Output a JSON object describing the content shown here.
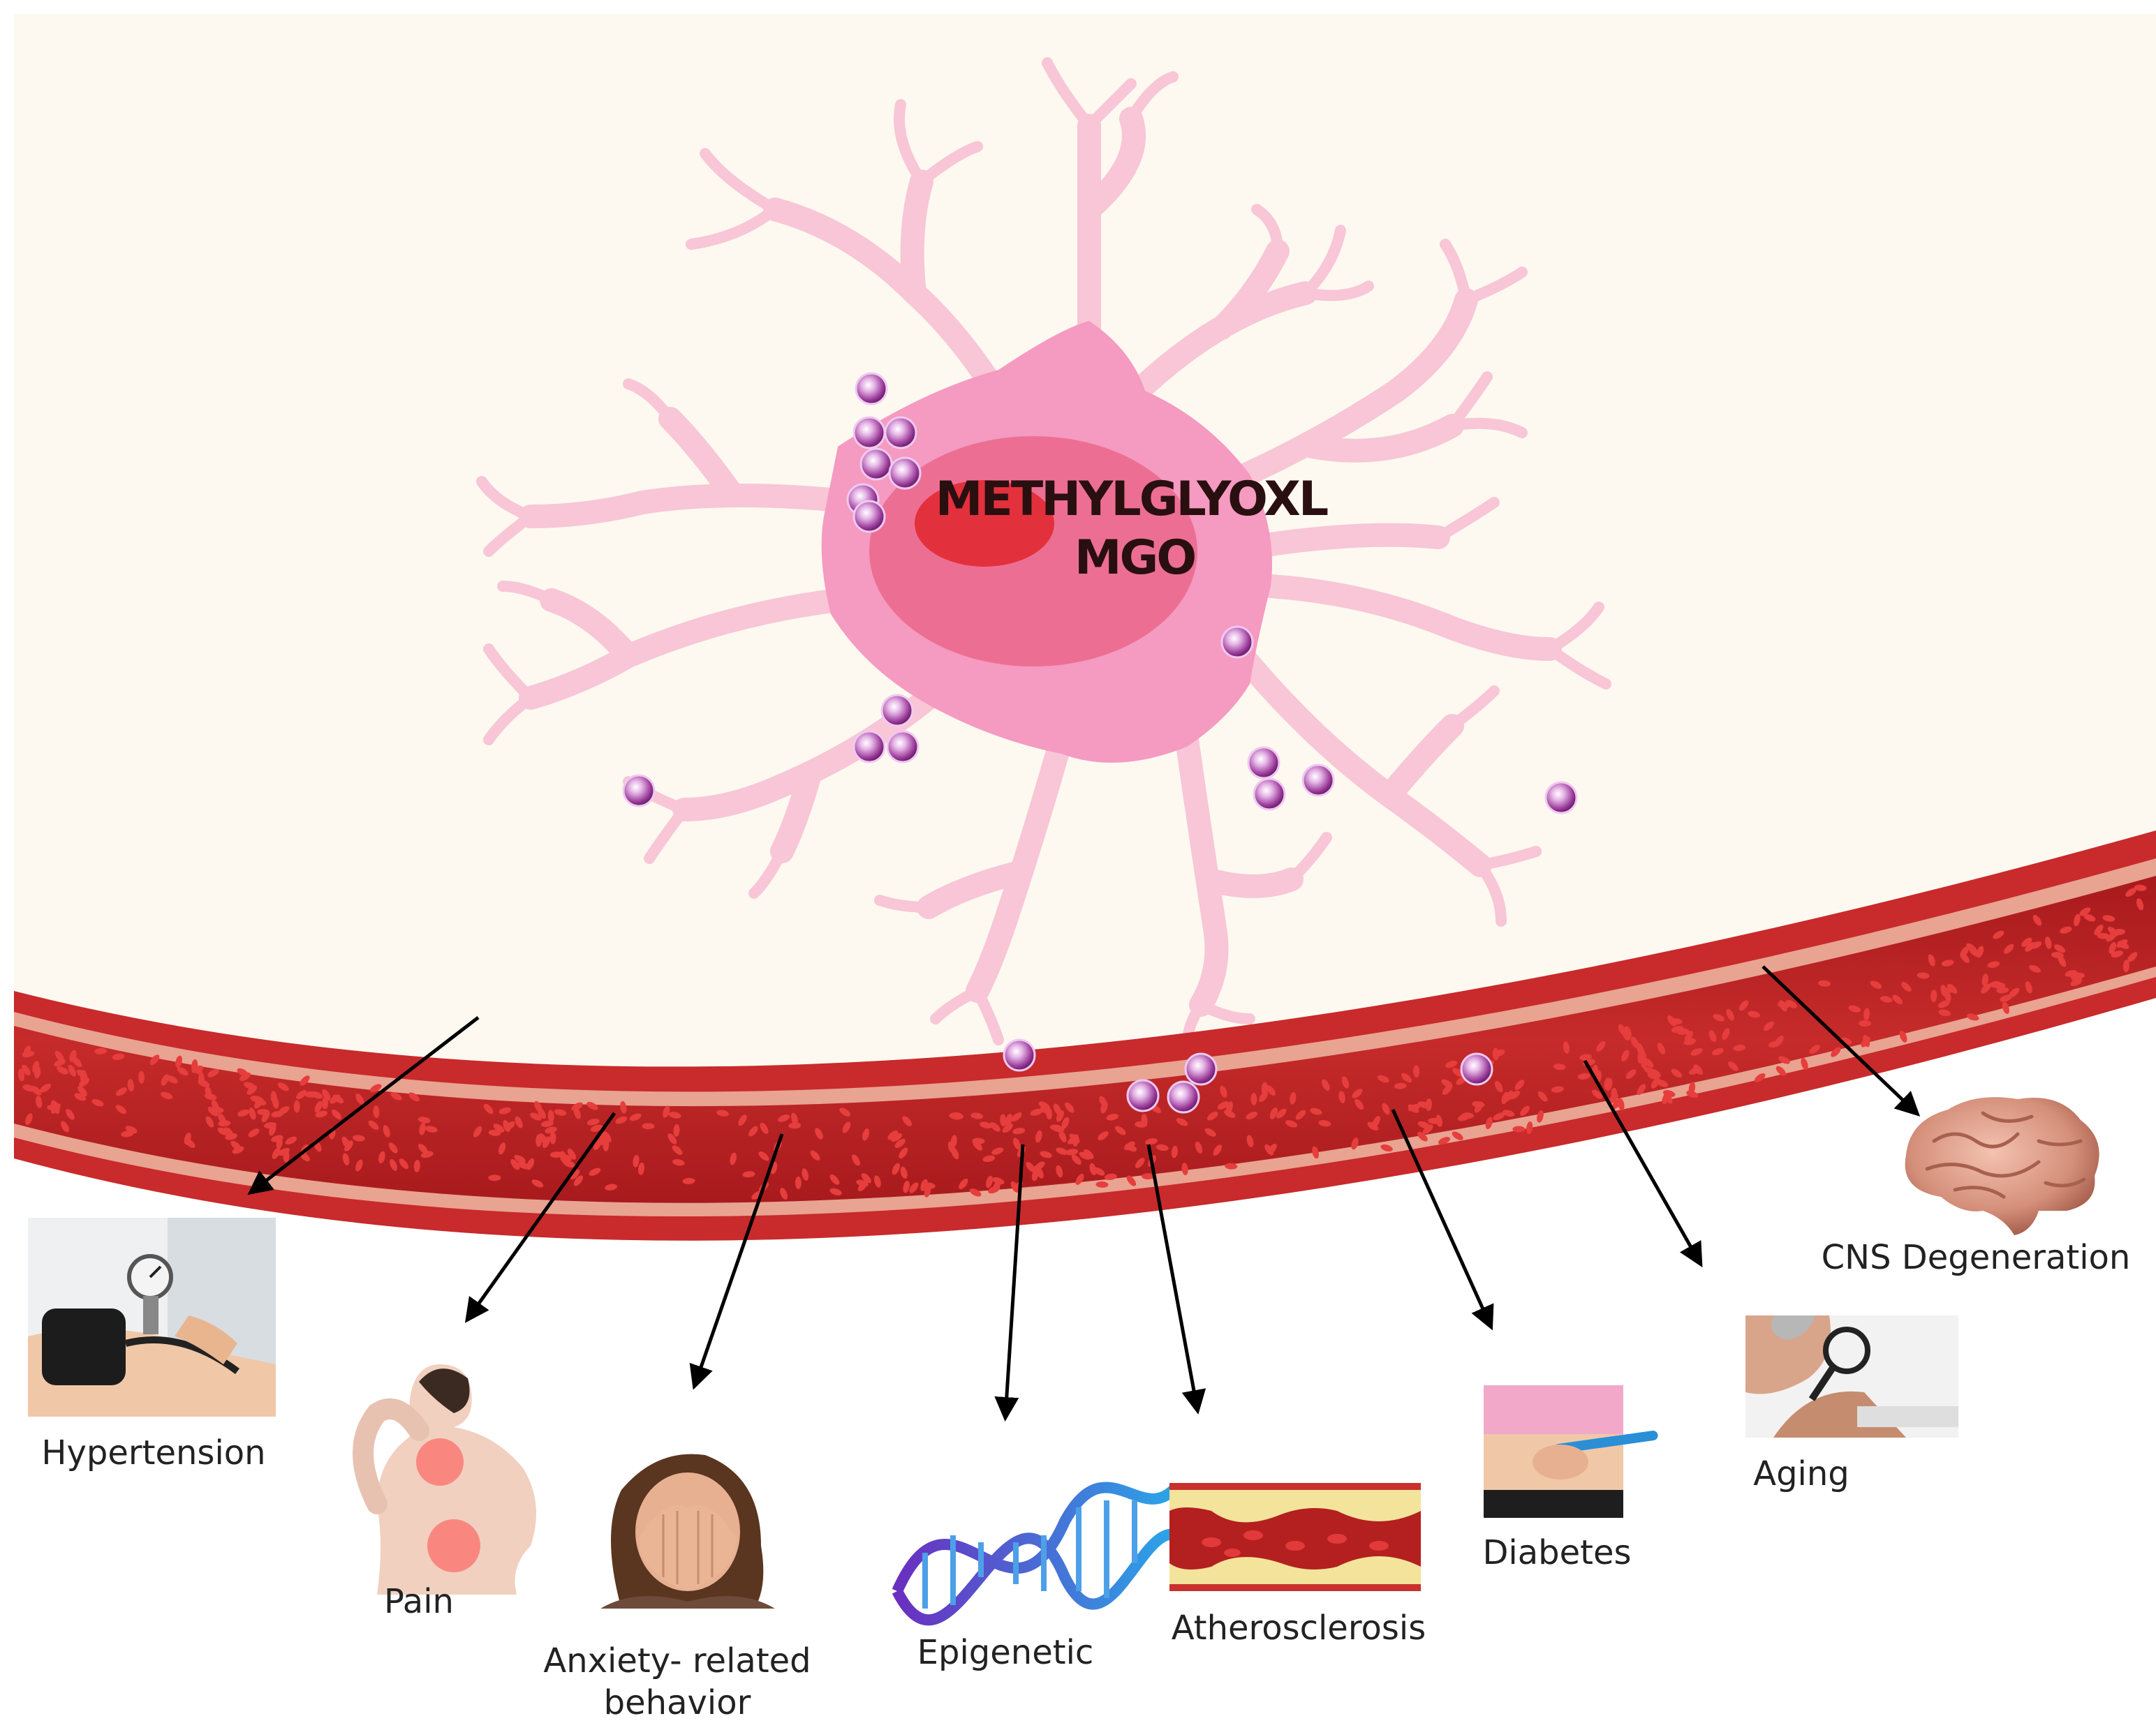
{
  "neuron": {
    "title_line1": "METHYLGLYOXL",
    "title_line2": "MGO"
  },
  "conditions": [
    {
      "id": "hypertension",
      "label": "Hypertension",
      "icon": "blood-pressure-cuff-icon"
    },
    {
      "id": "pain",
      "label": "Pain",
      "icon": "back-pain-icon"
    },
    {
      "id": "anxiety",
      "label_line1": "Anxiety- related",
      "label_line2": "behavior",
      "icon": "covered-face-icon"
    },
    {
      "id": "epigenetic",
      "label": "Epigenetic",
      "icon": "dna-helix-icon"
    },
    {
      "id": "atherosclerosis",
      "label": "Atherosclerosis",
      "icon": "plaque-artery-icon"
    },
    {
      "id": "diabetes",
      "label": "Diabetes",
      "icon": "insulin-pen-icon"
    },
    {
      "id": "aging",
      "label": "Aging",
      "icon": "magnifier-hand-icon"
    },
    {
      "id": "cns",
      "label": "CNS Degeneration",
      "icon": "brain-icon"
    }
  ],
  "colors": {
    "background": "#fdf9f1",
    "neuron_body": "#f59ac0",
    "neuron_branches": "#f8c6d6",
    "nucleus": "#ec6f93",
    "nucleolus": "#e3303d",
    "mgo_particle": "#9a3a98",
    "vessel_wall": "#c92a2b",
    "vessel_lumen": "#b51e22",
    "red_cell": "#e23a3a"
  }
}
